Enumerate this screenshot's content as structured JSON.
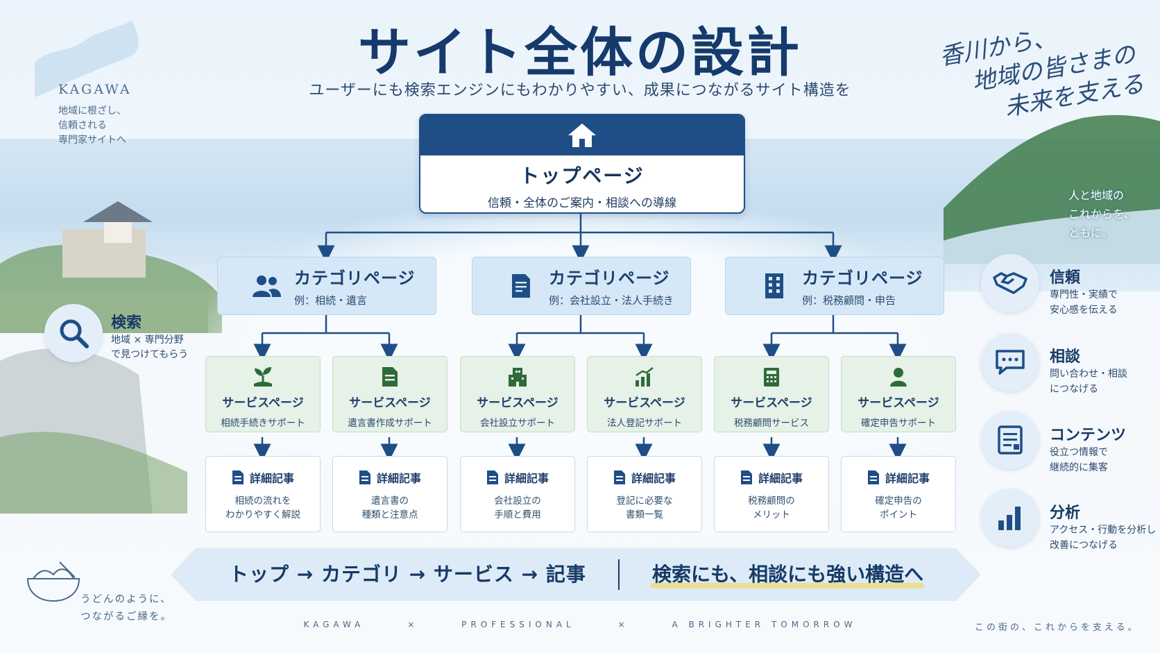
{
  "header": {
    "title": "サイト全体の設計",
    "subtitle": "ユーザーにも検索エンジンにもわかりやすい、成果につながるサイト構造を"
  },
  "kagawa": {
    "label": "KAGAWA",
    "lines": [
      "地域に根ざし、",
      "信頼される",
      "専門家サイトへ"
    ]
  },
  "handwritten": [
    "香川から、",
    "地域の皆さまの",
    "未来を支える"
  ],
  "people_region": [
    "人と地域の",
    "これからを、",
    "ともに。"
  ],
  "top_page": {
    "icon": "home-icon",
    "title": "トップページ",
    "subtitle": "信頼・全体のご案内・相談への導線"
  },
  "categories": [
    {
      "icon": "people-icon",
      "title": "カテゴリページ",
      "example": "例：相続・遺言"
    },
    {
      "icon": "document-icon",
      "title": "カテゴリページ",
      "example": "例：会社設立・法人手続き"
    },
    {
      "icon": "building-icon",
      "title": "カテゴリページ",
      "example": "例：税務顧問・申告"
    }
  ],
  "services": [
    {
      "icon": "sprout-icon",
      "title": "サービスページ",
      "sub": "相続手続きサポート"
    },
    {
      "icon": "file-icon",
      "title": "サービスページ",
      "sub": "遺言書作成サポート"
    },
    {
      "icon": "office-icon",
      "title": "サービスページ",
      "sub": "会社設立サポート"
    },
    {
      "icon": "growth-chart-icon",
      "title": "サービスページ",
      "sub": "法人登記サポート"
    },
    {
      "icon": "calculator-icon",
      "title": "サービスページ",
      "sub": "税務顧問サービス"
    },
    {
      "icon": "person-icon",
      "title": "サービスページ",
      "sub": "確定申告サポート"
    }
  ],
  "articles": [
    {
      "icon": "article-icon",
      "title": "詳細記事",
      "lines": [
        "相続の流れを",
        "わかりやすく解説"
      ]
    },
    {
      "icon": "article-icon",
      "title": "詳細記事",
      "lines": [
        "遺言書の",
        "種類と注意点"
      ]
    },
    {
      "icon": "article-icon",
      "title": "詳細記事",
      "lines": [
        "会社設立の",
        "手順と費用"
      ]
    },
    {
      "icon": "article-icon",
      "title": "詳細記事",
      "lines": [
        "登記に必要な",
        "書類一覧"
      ]
    },
    {
      "icon": "article-icon",
      "title": "詳細記事",
      "lines": [
        "税務顧問の",
        "メリット"
      ]
    },
    {
      "icon": "article-icon",
      "title": "詳細記事",
      "lines": [
        "確定申告の",
        "ポイント"
      ]
    }
  ],
  "banner": {
    "flow": "トップ → カテゴリ → サービス → 記事",
    "strong": "検索にも、相談にも強い構造へ"
  },
  "search": {
    "icon": "search-icon",
    "title": "検索",
    "lines": [
      "地域 × 専門分野",
      "で見つけてもらう"
    ]
  },
  "features": [
    {
      "icon": "handshake-icon",
      "title": "信頼",
      "lines": [
        "専門性・実績で",
        "安心感を伝える"
      ]
    },
    {
      "icon": "chat-icon",
      "title": "相談",
      "lines": [
        "問い合わせ・相談",
        "につなげる"
      ]
    },
    {
      "icon": "content-icon",
      "title": "コンテンツ",
      "lines": [
        "役立つ情報で",
        "継続的に集客"
      ]
    },
    {
      "icon": "bar-chart-icon",
      "title": "分析",
      "lines": [
        "アクセス・行動を分析し",
        "改善につなげる"
      ]
    }
  ],
  "footer": {
    "items": [
      "KAGAWA",
      "×",
      "PROFESSIONAL",
      "×",
      "A BRIGHTER TOMORROW"
    ],
    "right": "この街の、これからを支える。",
    "left_lines": [
      "うどんのように、",
      "つながるご縁を。"
    ]
  },
  "colors": {
    "navy": "#1f4e86",
    "category_bg": "#d6e8f7",
    "service_bg": "#e6f1e7",
    "accent_green": "#2e6b3a",
    "highlight": "#f1d96a"
  }
}
